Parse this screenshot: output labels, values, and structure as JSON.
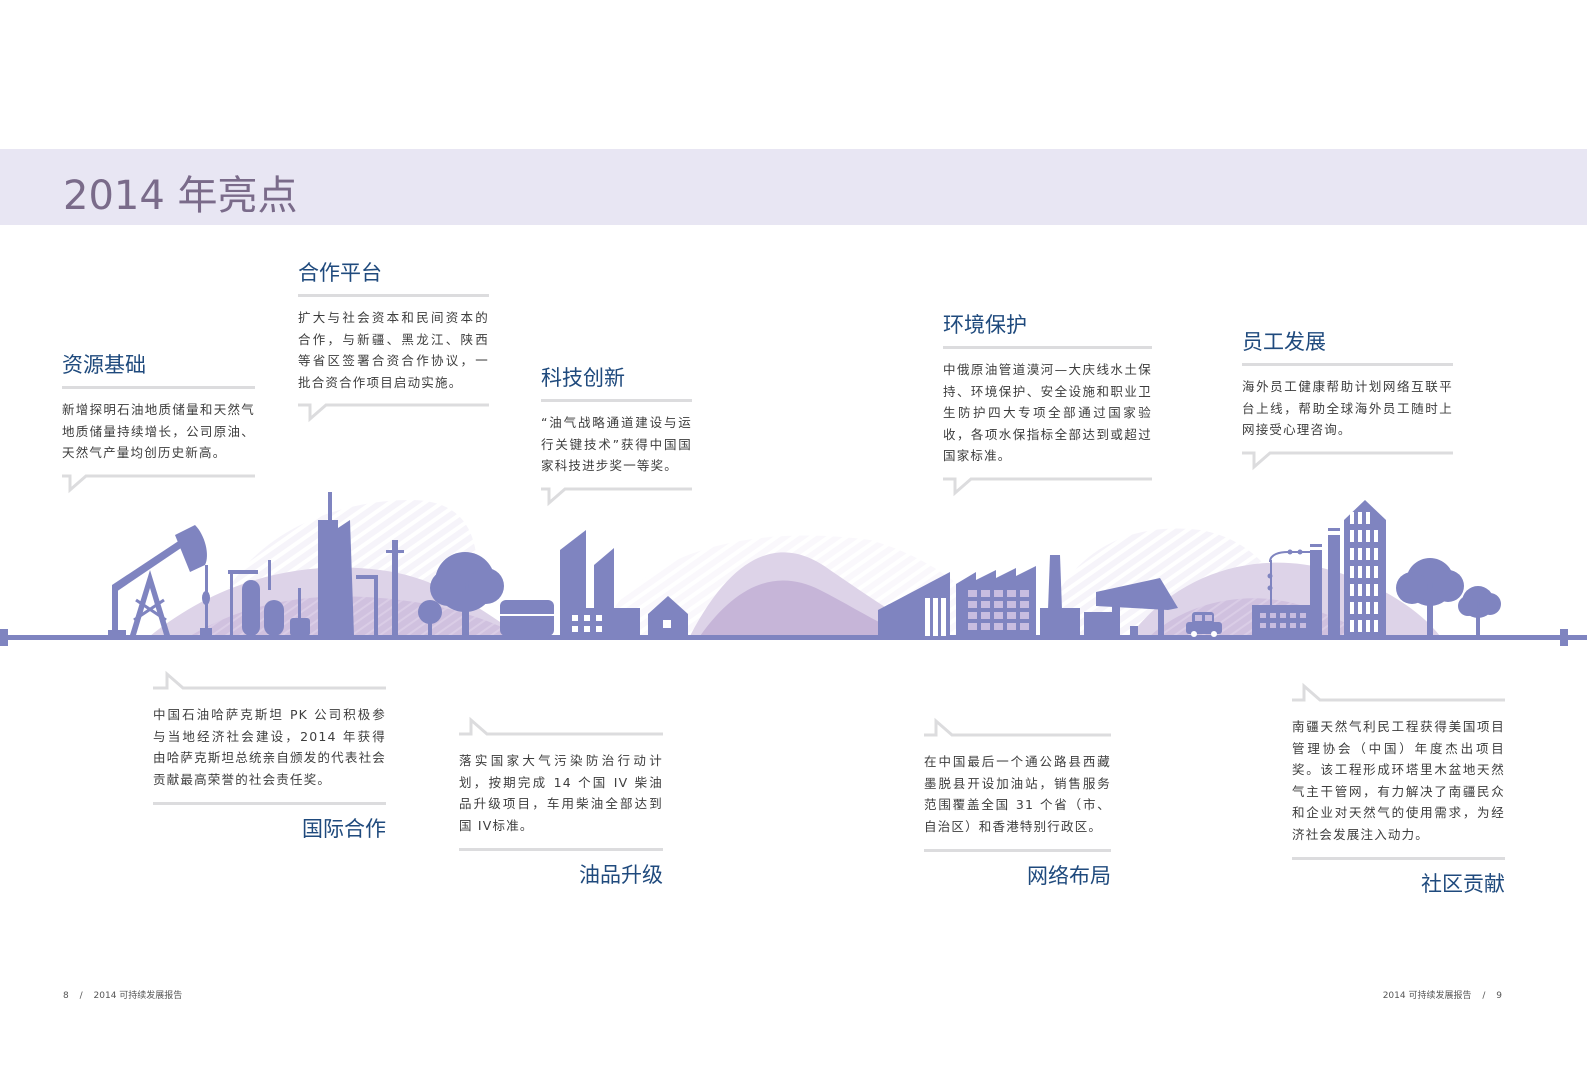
{
  "page": {
    "title": "2014 年亮点",
    "colors": {
      "band": "#e8e6f3",
      "title": "#7a6b8a",
      "heading": "#1f4a7d",
      "silhouette": "#7f84c0",
      "hill_light": "#ddd3e8",
      "hill_mid": "#c6b5d8",
      "rule": "#dcdcde"
    }
  },
  "top_cards": [
    {
      "heading": "资源基础",
      "body": "新增探明石油地质储量和天然气地质储量持续增长，公司原油、天然气产量均创历史新高。"
    },
    {
      "heading": "合作平台",
      "body": "扩大与社会资本和民间资本的合作，与新疆、黑龙江、陕西等省区签署合资合作协议，一批合资合作项目启动实施。"
    },
    {
      "heading": "科技创新",
      "body": "“油气战略通道建设与运行关键技术”获得中国国家科技进步奖一等奖。"
    },
    {
      "heading": "环境保护",
      "body": "中俄原油管道漠河—大庆线水土保持、环境保护、安全设施和职业卫生防护四大专项全部通过国家验收，各项水保指标全部达到或超过国家标准。"
    },
    {
      "heading": "员工发展",
      "body": "海外员工健康帮助计划网络互联平台上线，帮助全球海外员工随时上网接受心理咨询。"
    }
  ],
  "bottom_cards": [
    {
      "heading": "国际合作",
      "body": "中国石油哈萨克斯坦 PK 公司积极参与当地经济社会建设，2014 年获得由哈萨克斯坦总统亲自颁发的代表社会贡献最高荣誉的社会责任奖。"
    },
    {
      "heading": "油品升级",
      "body": "落实国家大气污染防治行动计划，按期完成 14 个国 IV 柴油品升级项目，车用柴油全部达到国 IV标准。"
    },
    {
      "heading": "网络布局",
      "body": "在中国最后一个通公路县西藏墨脱县开设加油站，销售服务范围覆盖全国 31 个省（市、自治区）和香港特别行政区。"
    },
    {
      "heading": "社区贡献",
      "body": "南疆天然气利民工程获得美国项目管理协会（中国）年度杰出项目奖。该工程形成环塔里木盆地天然气主干管网，有力解决了南疆民众和企业对天然气的使用需求，为经济社会发展注入动力。"
    }
  ],
  "illustration": {
    "elements": [
      "oil-pump-jack",
      "refinery-towers",
      "trees",
      "storage-tank",
      "factory",
      "house",
      "hills",
      "industrial-sheds",
      "chimney",
      "gas-station",
      "car",
      "pipeline-plant",
      "office-tower",
      "trees-right"
    ]
  },
  "footer": {
    "left_page": "8",
    "left_sep": "/",
    "left_text": "2014 可持续发展报告",
    "right_text": "2014 可持续发展报告",
    "right_sep": "/",
    "right_page": "9"
  }
}
